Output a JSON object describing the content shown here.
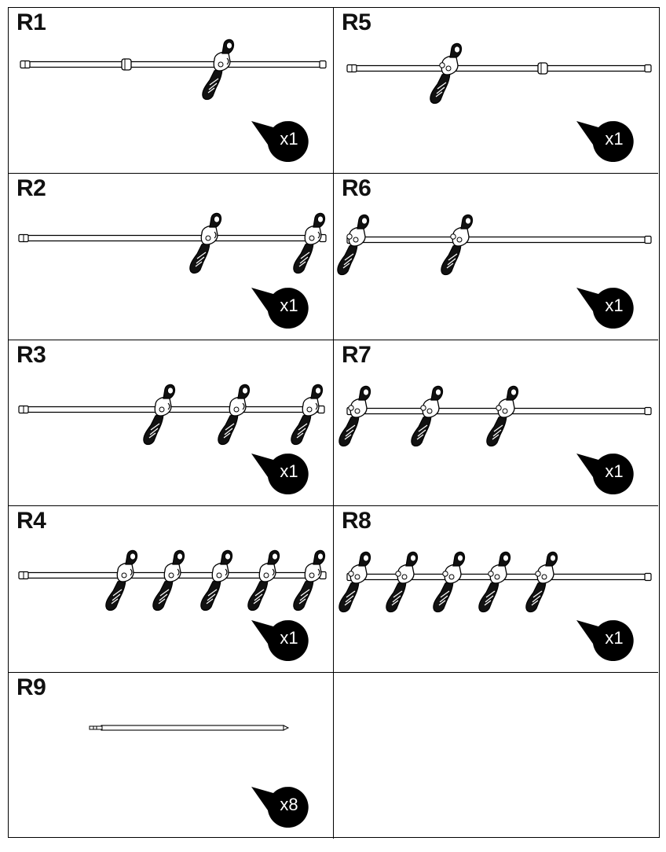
{
  "colors": {
    "line": "#000000",
    "background": "#ffffff",
    "badge": "#000000",
    "badge_text": "#ffffff"
  },
  "panels": [
    {
      "id": "R1",
      "label": "R1",
      "quantity": "x1",
      "rod": "rod-with-stop",
      "figure_count": 1,
      "figure_facing": "right",
      "stop_count": 1
    },
    {
      "id": "R2",
      "label": "R2",
      "quantity": "x1",
      "rod": "rod",
      "figure_count": 2,
      "figure_facing": "right",
      "stop_count": 0
    },
    {
      "id": "R3",
      "label": "R3",
      "quantity": "x1",
      "rod": "rod",
      "figure_count": 3,
      "figure_facing": "right",
      "stop_count": 0
    },
    {
      "id": "R4",
      "label": "R4",
      "quantity": "x1",
      "rod": "rod",
      "figure_count": 5,
      "figure_facing": "right",
      "stop_count": 0
    },
    {
      "id": "R5",
      "label": "R5",
      "quantity": "x1",
      "rod": "rod-with-stop",
      "figure_count": 1,
      "figure_facing": "left",
      "stop_count": 1
    },
    {
      "id": "R6",
      "label": "R6",
      "quantity": "x1",
      "rod": "rod",
      "figure_count": 2,
      "figure_facing": "left",
      "stop_count": 0
    },
    {
      "id": "R7",
      "label": "R7",
      "quantity": "x1",
      "rod": "rod",
      "figure_count": 3,
      "figure_facing": "left",
      "stop_count": 0
    },
    {
      "id": "R8",
      "label": "R8",
      "quantity": "x1",
      "rod": "rod",
      "figure_count": 5,
      "figure_facing": "left",
      "stop_count": 0
    },
    {
      "id": "R9",
      "label": "R9",
      "quantity": "x8",
      "rod": "screwdriver-pin",
      "figure_count": 0,
      "figure_facing": "none",
      "stop_count": 0
    }
  ]
}
